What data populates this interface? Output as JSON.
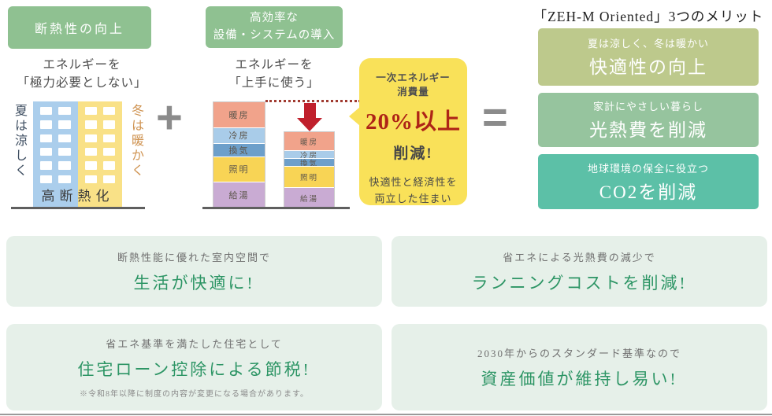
{
  "left_panel": {
    "badge_label": "断熱性の向上",
    "lead_line1": "エネルギーを",
    "lead_line2": "「極力必要としない」",
    "building": {
      "left_label": "夏は涼しく",
      "right_label": "冬は暖かく",
      "caption": "高断熱化"
    },
    "operator": "+"
  },
  "middle_panel": {
    "badge_line1": "高効率な",
    "badge_line2": "設備・システムの導入",
    "lead_line1": "エネルギーを",
    "lead_line2": "「上手に使う」",
    "operator": "="
  },
  "chart_data": {
    "type": "bar",
    "subtype": "stacked-comparison",
    "categories": [
      "暖房",
      "冷房",
      "換気",
      "照明",
      "給湯"
    ],
    "series": [
      {
        "name": "left",
        "values_percent": [
          24.4,
          14.8,
          12.6,
          23.7,
          24.5
        ]
      },
      {
        "name": "right",
        "values_percent": [
          17.8,
          7.4,
          7.4,
          20.0,
          19.3
        ]
      }
    ],
    "colors": [
      "#f1a38b",
      "#a9cce9",
      "#6d9fca",
      "#f8d455",
      "#c9abd3"
    ],
    "baseline_total_percent": 100,
    "reduced_total_percent": 72,
    "annotation": "一次エネルギー消費量 20%以上 削減!"
  },
  "bubble": {
    "line1": "一次エネルギー",
    "line2": "消費量",
    "highlight": "20%以上",
    "line3": "削減!",
    "line4": "快適性と経済性を",
    "line5": "両立した住まい"
  },
  "right_panel": {
    "title": "「ZEH-M Oriented」3つのメリット",
    "merits": [
      {
        "subtitle": "夏は涼しく、冬は暖かい",
        "title": "快適性の向上",
        "color": "#bdc98c"
      },
      {
        "subtitle": "家計にやさしい暮らし",
        "title": "光熱費を削減",
        "color": "#96c49e"
      },
      {
        "subtitle": "地球環境の保全に役立つ",
        "title": "CO2を削減",
        "color": "#5cc0a7"
      }
    ]
  },
  "benefit_cards": [
    {
      "subtitle": "断熱性能に優れた室内空間で",
      "title": "生活が快適に!"
    },
    {
      "subtitle": "省エネによる光熱費の減少で",
      "title": "ランニングコストを削減!"
    },
    {
      "subtitle": "省エネ基準を満たした住宅として",
      "title": "住宅ローン控除による節税!",
      "note": "※令和8年以降に制度の内容が変更になる場合があります。"
    },
    {
      "subtitle": "2030年からのスタンダード基準なので",
      "title": "資産価値が維持し易い!"
    }
  ],
  "colors": {
    "badge_green": "#8fc191",
    "building_summer_blue": "#abceec",
    "building_winter_yellow": "#f9e187",
    "bubble_yellow": "#f9e159",
    "arrow_red": "#c0202c",
    "highlight_red": "#ae2417",
    "card_bg": "#e6f0e9",
    "card_title_green": "#2d9565"
  }
}
